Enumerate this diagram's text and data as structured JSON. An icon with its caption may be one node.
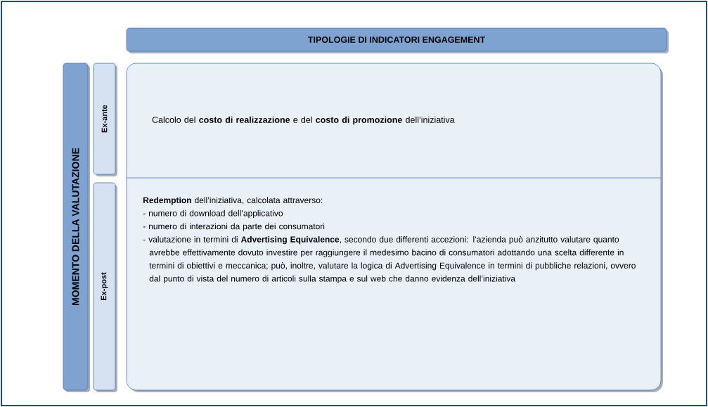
{
  "diagram": {
    "nodes": [
      {
        "text": [
          "TIPOLOGIE DI INDICATORI ENGAGEMENT"
        ]
      },
      {
        "text": [
          "MOMENTO DELLA VALUTAZIONE"
        ]
      },
      {
        "text": [
          "Ex-ante"
        ]
      },
      {
        "text": [
          "Ex-post"
        ]
      },
      {
        "text": [],
        "shape": "box"
      },
      {
        "text": [
          "Calcolo del **costo di realizzazione** e del **costo di promozione** dell’iniziativa"
        ],
        "in": 4
      },
      {
        "text": [
          "**Redemption** dell’iniziativa, calcolata attraverso:",
          "- numero di download dell’applicativo",
          "- numero di interazioni da parte dei consumatori",
          "- valutazione in termini di **Advertising Equivalence**, secondo due differenti accezioni: l’azienda può anzitutto valutare quanto avrebbe effettivamente dovuto investire per raggiungere il medesimo bacino di consumatori adottando una scelta differente in termini di obiettivi e meccanica; può, inoltre, valutare la logica di Advertising Equivalence in termini di pubbliche relazioni, ovvero dal punto di vista del numero di articoli sulla stampa e sul web che danno evidenza dell’iniziativa"
        ],
        "in": 4
      }
    ]
  }
}
